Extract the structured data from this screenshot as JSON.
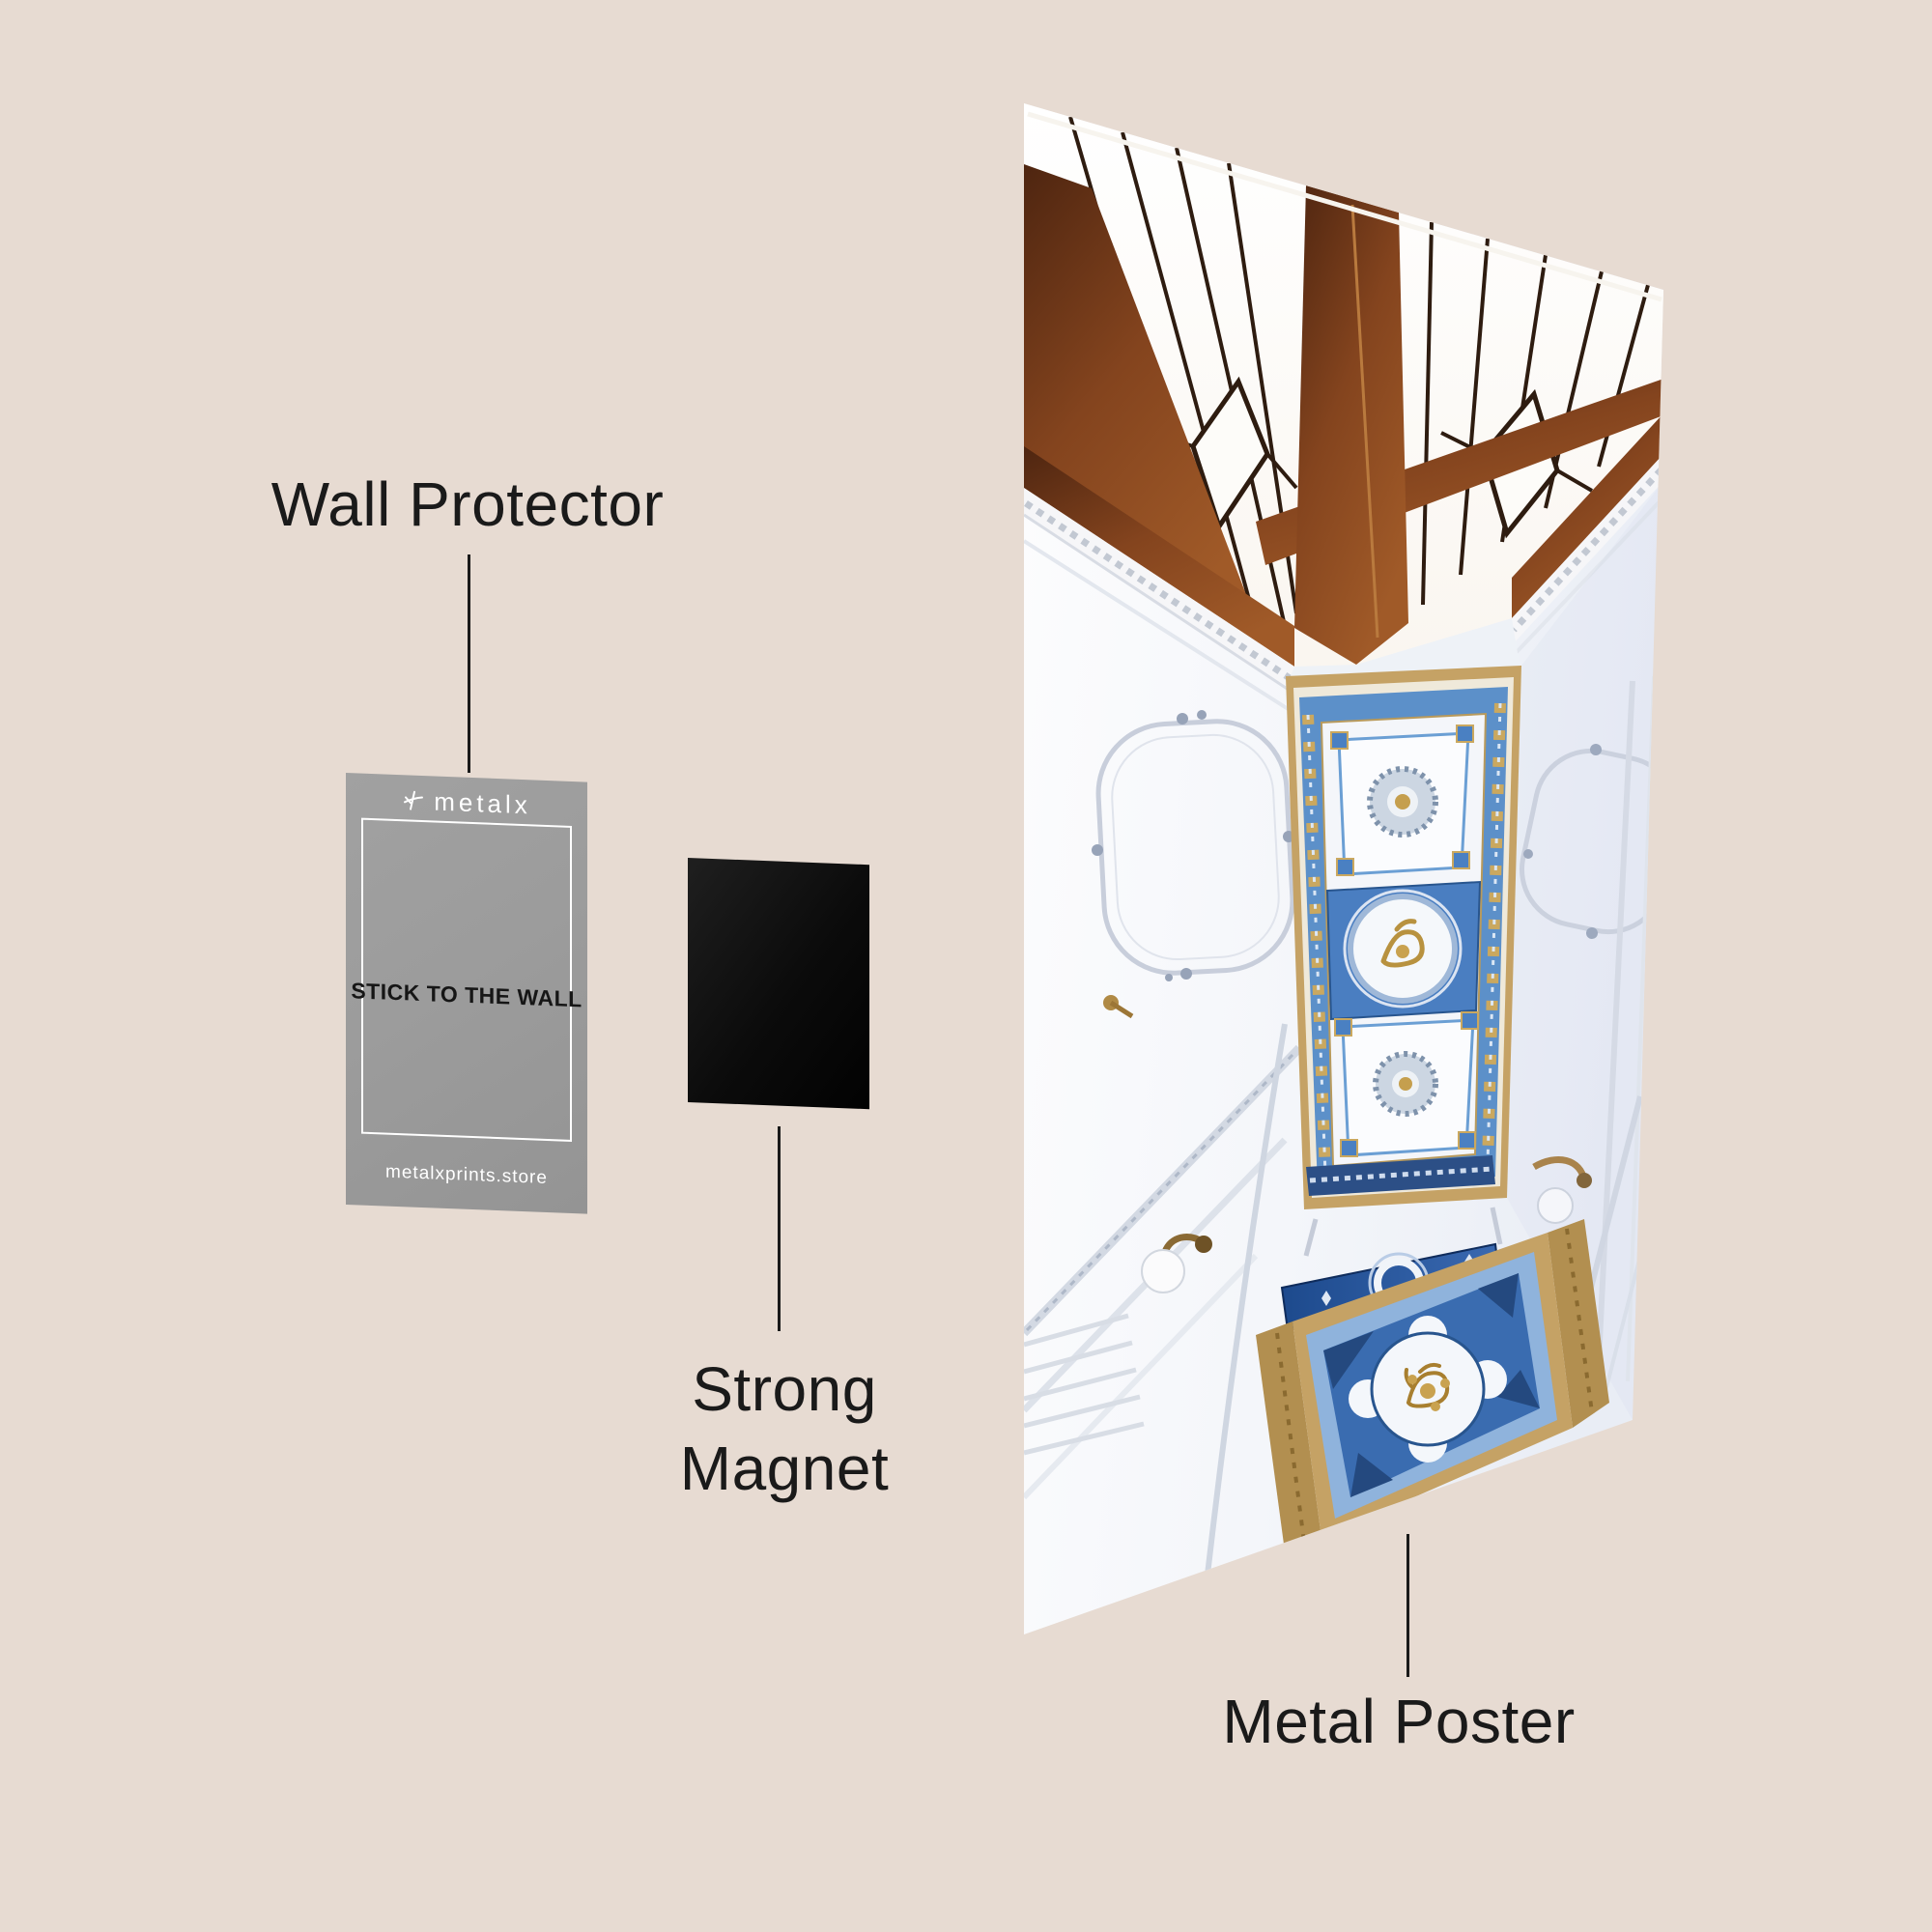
{
  "page": {
    "background_color": "#e7dbd2",
    "label_color": "#1a1a1a"
  },
  "labels": {
    "wall_protector": "Wall Protector",
    "strong_magnet_line1": "Strong",
    "strong_magnet_line2": "Magnet",
    "metal_poster": "Metal Poster"
  },
  "wall_protector_card": {
    "brand": "metalx",
    "message": "STICK TO THE WALL",
    "website": "metalxprints.store",
    "color": "#9c9c9c"
  },
  "magnet": {
    "color": "#0d0d0d"
  },
  "poster": {
    "subject": "Ornate palace ceiling with wooden stained-glass skylight and blue-gold baroque coffered panels",
    "colors": {
      "wall": "#f6f7fa",
      "wood": "#7a4120",
      "glass": "#fdfcf9",
      "lead_line": "#2e1c10",
      "blue": "#4a7ec1",
      "deep_blue": "#2c4f86",
      "light_blue": "#8fb3dc",
      "gold": "#c5a265",
      "stucco": "#c8cedb"
    }
  }
}
